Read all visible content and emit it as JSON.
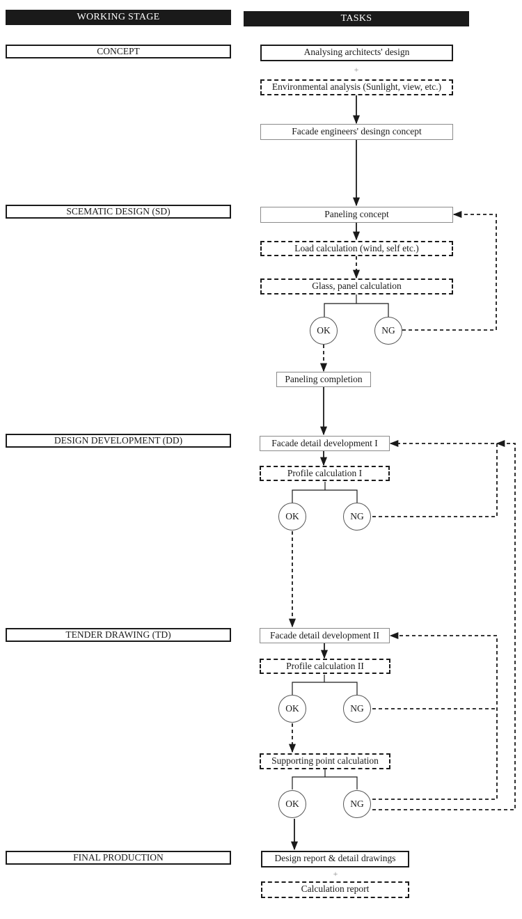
{
  "headers": {
    "stage": "WORKING STAGE",
    "tasks": "TASKS"
  },
  "stages": {
    "concept": "CONCEPT",
    "sd": "SCEMATIC DESIGN (SD)",
    "dd": "DESIGN DEVELOPMENT (DD)",
    "td": "TENDER DRAWING (TD)",
    "final": "FINAL PRODUCTION"
  },
  "tasks": {
    "t1": "Analysing architects' design",
    "plus1": "+",
    "t2": "Environmental analysis (Sunlight, view, etc.)",
    "t3": "Facade engineers' desingn concept",
    "t4": "Paneling concept",
    "t5": "Load calculation (wind, self etc.)",
    "t6": "Glass, panel calculation",
    "t7": "Paneling completion",
    "t8": "Facade detail development I",
    "t9": "Profile calculation I",
    "t10": "Facade detail development II",
    "t11": "Profile calculation II",
    "t12": "Supporting point calculation",
    "t13": "Design report & detail drawings",
    "plus2": "+",
    "t14": "Calculation report"
  },
  "decisions": {
    "ok1": "OK",
    "ng1": "NG",
    "ok2": "OK",
    "ng2": "NG",
    "ok3": "OK",
    "ng3": "NG",
    "ok4": "OK",
    "ng4": "NG"
  }
}
